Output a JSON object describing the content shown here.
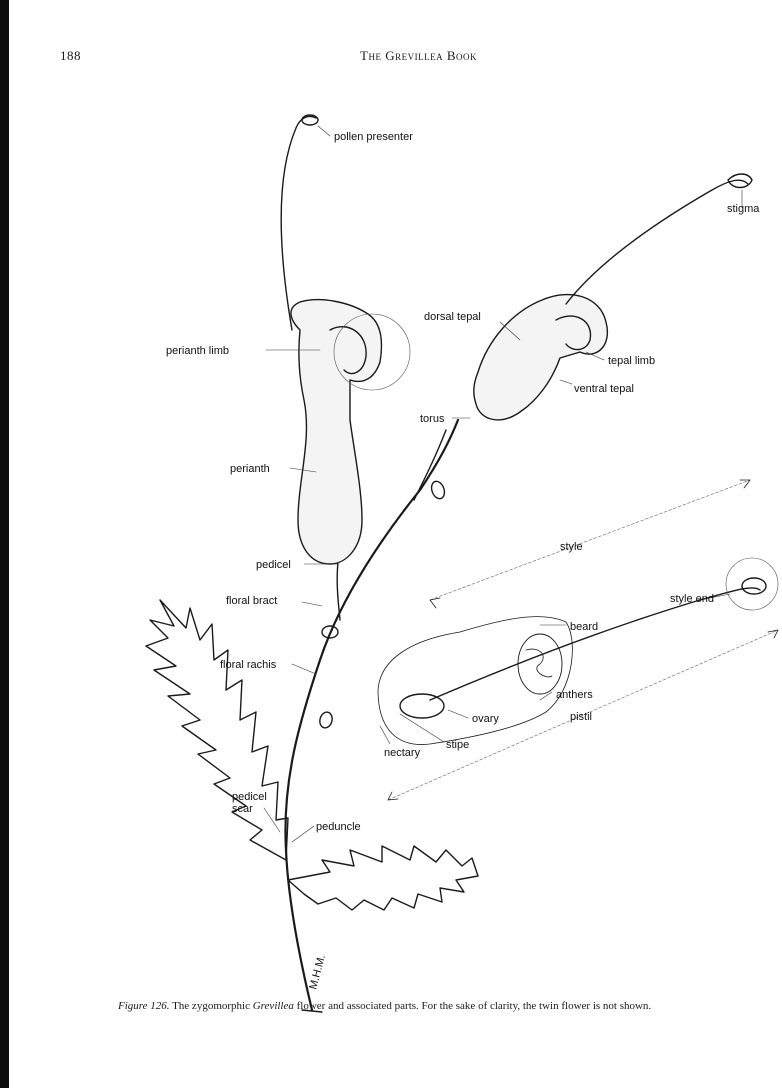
{
  "header": {
    "page_number": "188",
    "running_head": "The Grevillea Book"
  },
  "labels": {
    "pollen_presenter": "pollen presenter",
    "stigma": "stigma",
    "dorsal_tepal": "dorsal tepal",
    "perianth_limb": "perianth limb",
    "tepal_limb": "tepal limb",
    "ventral_tepal": "ventral tepal",
    "torus": "torus",
    "perianth": "perianth",
    "style": "style",
    "pedicel": "pedicel",
    "style_end": "style end",
    "floral_bract": "floral bract",
    "beard": "beard",
    "floral_rachis": "floral rachis",
    "anthers": "anthers",
    "ovary": "ovary",
    "pistil": "pistil",
    "stipe": "stipe",
    "nectary": "nectary",
    "pedicel_scar_1": "pedicel",
    "pedicel_scar_2": "scar",
    "peduncle": "peduncle",
    "signature": "M.H.M."
  },
  "caption": {
    "figure": "Figure 126.",
    "pre": " The zygomorphic ",
    "genus": "Grevillea",
    "post": " flower and associated parts. For the sake of clarity, the twin flower is not shown."
  }
}
